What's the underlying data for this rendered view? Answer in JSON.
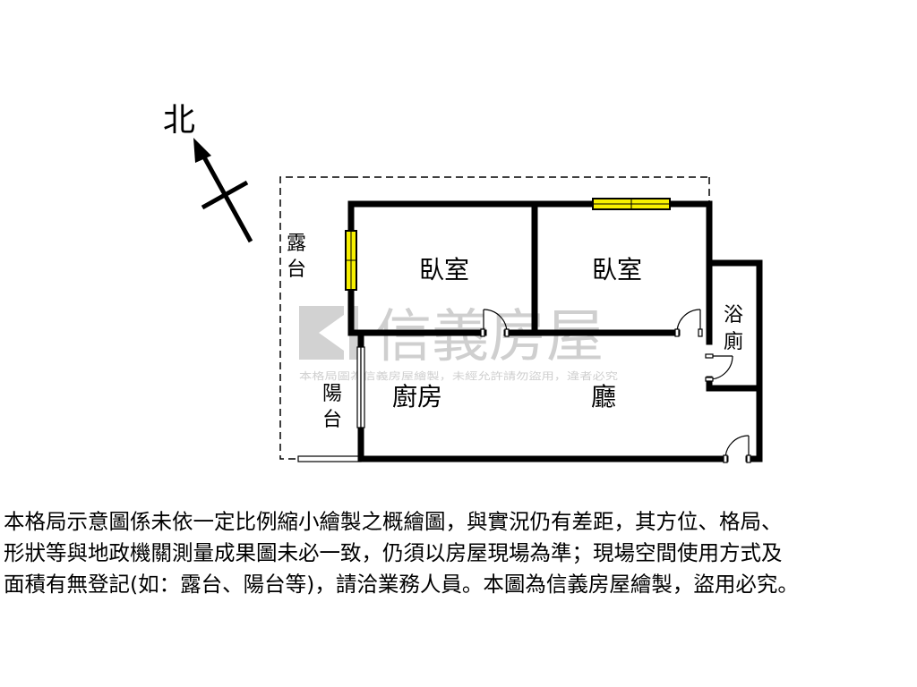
{
  "compass": {
    "label": "北"
  },
  "rooms": {
    "bedroom_1": "臥室",
    "bedroom_2": "臥室",
    "bathroom": [
      "浴",
      "廁"
    ],
    "kitchen": "廚房",
    "living_room": "廳",
    "terrace": [
      "露",
      "台"
    ],
    "balcony": [
      "陽",
      "台"
    ]
  },
  "watermark": {
    "brand": "信義房屋",
    "notice": "本格局圖為信義房屋繪製，未經允許請勿盜用，違者必究"
  },
  "colors": {
    "wall": "#000000",
    "window_fill": "#f7f000",
    "watermark": "#c8c8c8",
    "background": "#ffffff"
  },
  "disclaimer": {
    "lines": [
      "本格局示意圖係未依一定比例縮小繪製之概繪圖，與實況仍有差距，其方位、格局、",
      "形狀等與地政機關測量成果圖未必一致，仍須以房屋現場為準；現場空間使用方式及",
      "面積有無登記(如：露台、陽台等)，請洽業務人員。本圖為信義房屋繪製，盜用必究。"
    ]
  }
}
